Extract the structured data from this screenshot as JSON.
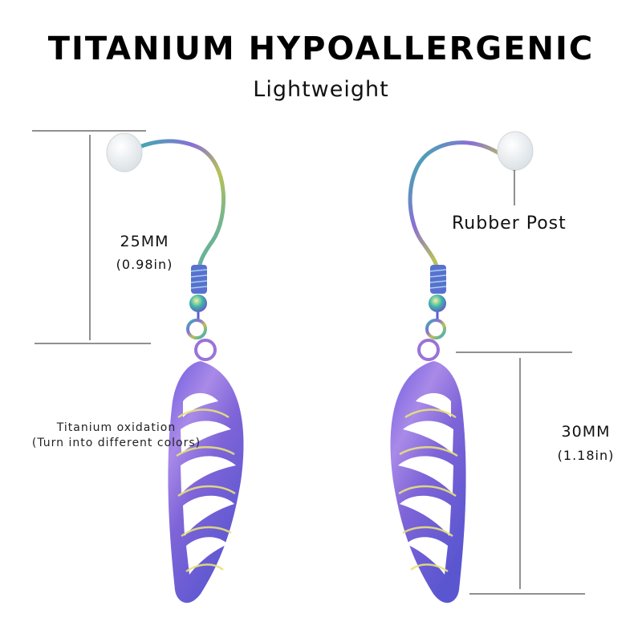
{
  "heading": {
    "title": "TITANIUM HYPOALLERGENIC",
    "subtitle": "Lightweight"
  },
  "dimensions": {
    "hook_length": {
      "metric": "25MM",
      "imperial": "(0.98in)"
    },
    "pendant_length": {
      "metric": "30MM",
      "imperial": "(1.18in)"
    }
  },
  "labels": {
    "oxidation_line1": "Titanium oxidation",
    "oxidation_line2": "(Turn into different colors)",
    "rubber_post": "Rubber Post"
  },
  "colors": {
    "wing_purple": "#7a5ad8",
    "wing_yellow": "#e8e27a",
    "hook_teal": "#2fb7a6",
    "hook_gold": "#b9c255",
    "rubber_post": "#e9eef1"
  },
  "icons": [
    "left-earring-image",
    "right-earring-image",
    "rubber-post-icon"
  ]
}
